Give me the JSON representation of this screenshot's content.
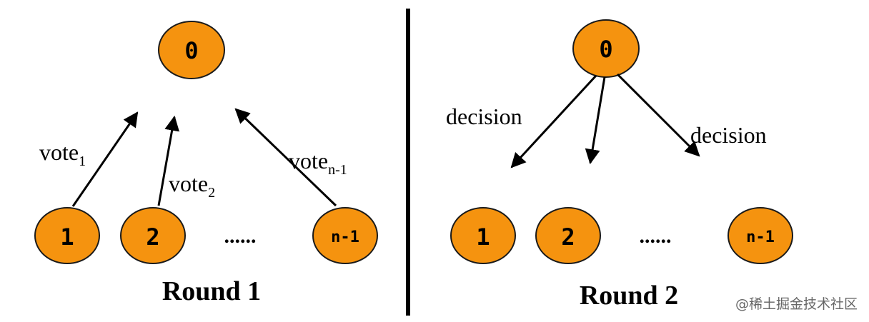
{
  "colors": {
    "node_fill": "#f5930f",
    "node_stroke": "#1a1a1a",
    "arrow": "#000000",
    "divider": "#000000"
  },
  "round1": {
    "root": "0",
    "nodes": [
      "1",
      "2",
      "n-1"
    ],
    "ellipsis": "......",
    "vote1": {
      "base": "vote",
      "sub": "1"
    },
    "vote2": {
      "base": "vote",
      "sub": "2"
    },
    "voten": {
      "base": "vote",
      "sub": "n-1"
    },
    "title": "Round 1"
  },
  "round2": {
    "root": "0",
    "nodes": [
      "1",
      "2",
      "n-1"
    ],
    "ellipsis": "......",
    "decision_left": "decision",
    "decision_right": "decision",
    "title": "Round 2"
  },
  "watermark": "@稀土掘金技术社区"
}
